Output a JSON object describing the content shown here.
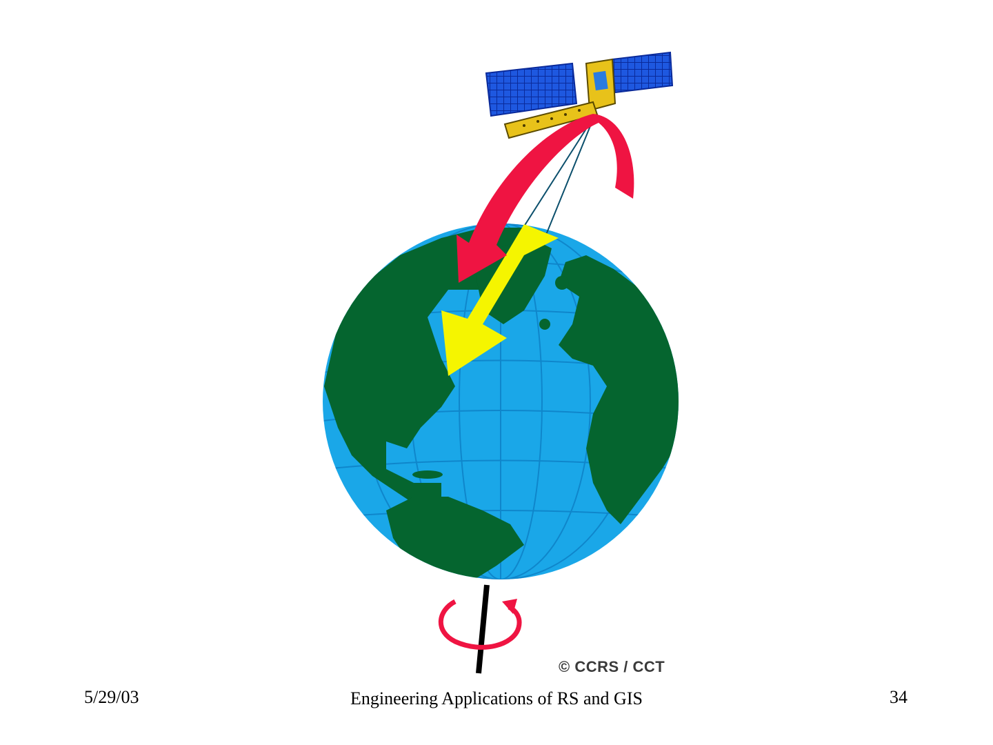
{
  "slide": {
    "credit": "© CCRS / CCT",
    "footer": {
      "date": "5/29/03",
      "title": "Engineering Applications of RS and GIS",
      "page": "34"
    }
  },
  "colors": {
    "ocean": "#1aa7e8",
    "land": "#05652f",
    "arrow_red": "#ef1442",
    "arrow_yellow": "#f5f500",
    "satellite_panel": "#1e58e0",
    "satellite_body": "#e8c21a"
  },
  "icons": [
    "satellite-icon",
    "globe-icon",
    "rotation-arrow-icon"
  ]
}
